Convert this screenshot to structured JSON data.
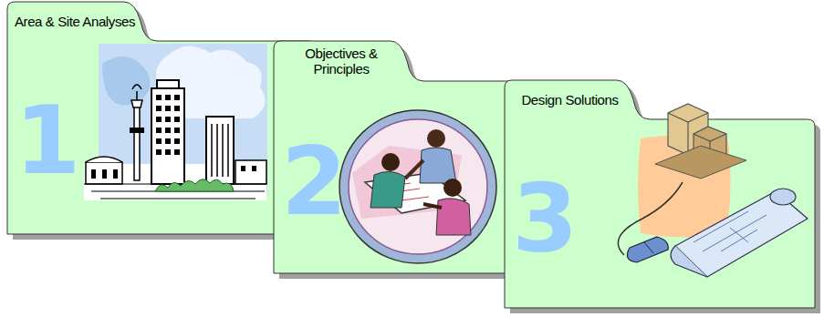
{
  "diagram": {
    "nodes": [
      {
        "text": [
          "Area & Site Analyses",
          "1"
        ]
      },
      {
        "text": [
          "Objectives & Principles",
          "2"
        ]
      },
      {
        "text": [
          "Design Solutions",
          "3"
        ]
      }
    ]
  }
}
